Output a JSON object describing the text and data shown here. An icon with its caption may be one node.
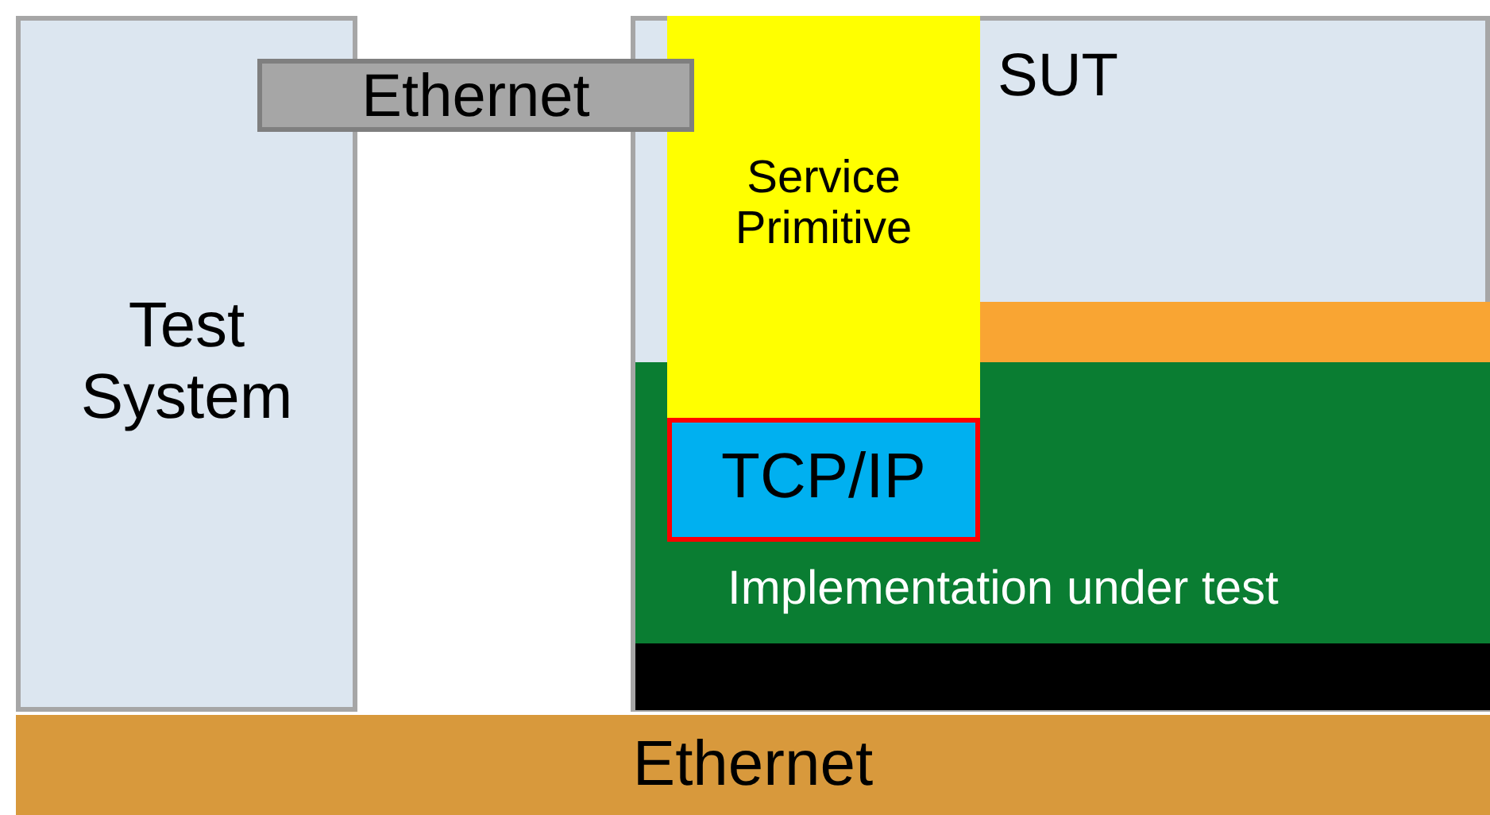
{
  "diagram": {
    "nodes": [
      {
        "text": [
          "Test System"
        ]
      },
      {
        "text": [
          "Ethernet"
        ]
      },
      {
        "text": [
          "SUT"
        ]
      },
      {
        "text": [
          "Service Primitive"
        ],
        "in": 2
      },
      {
        "text": [],
        "shape": "bar",
        "in": 2
      },
      {
        "text": [
          "Implementation under test"
        ],
        "in": 2
      },
      {
        "text": [
          "TCP/IP"
        ],
        "in": 5
      },
      {
        "text": [],
        "shape": "bar",
        "in": 2
      },
      {
        "text": [
          "Ethernet"
        ]
      }
    ],
    "edges": []
  }
}
